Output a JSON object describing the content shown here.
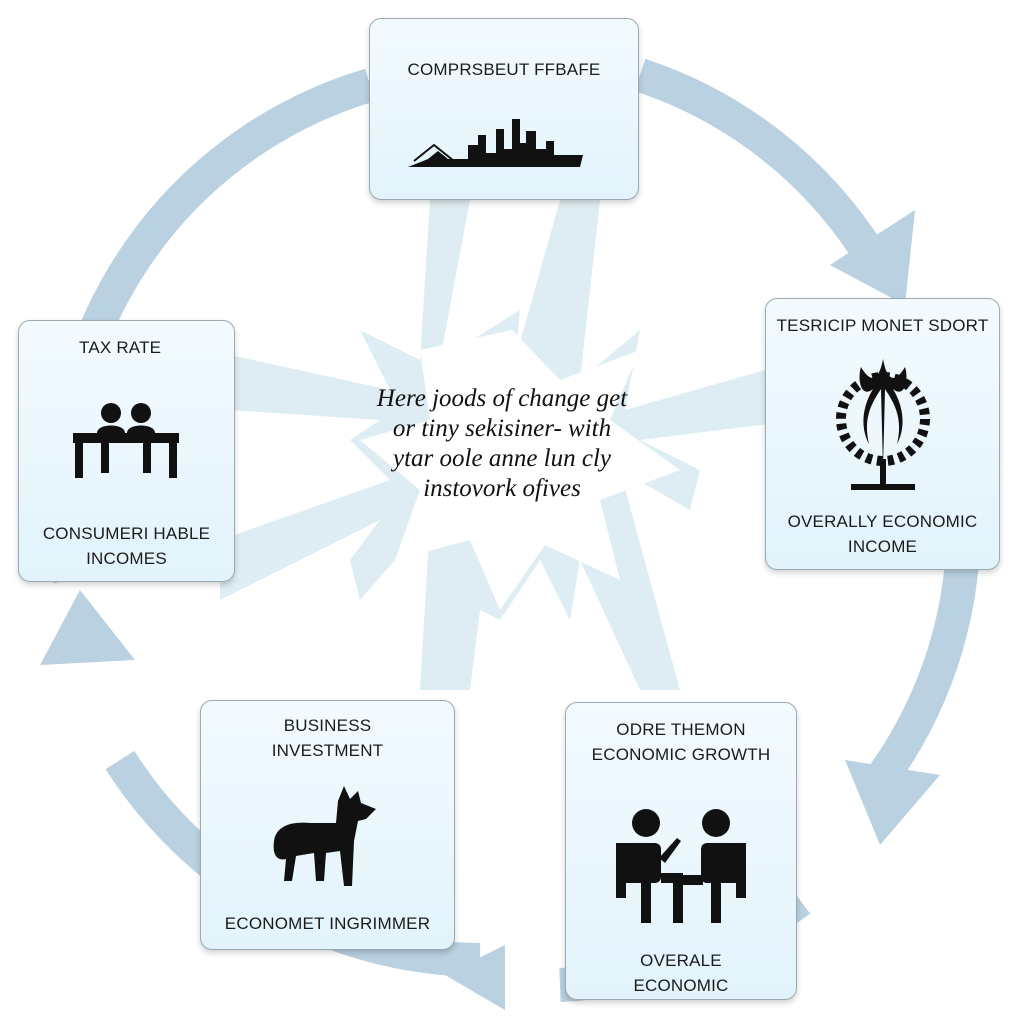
{
  "diagram": {
    "center_text": "Here joods of change get or tiny sekisiner- with ytar oole anne lun cly instovork ofives",
    "nodes": [
      {
        "id": "top",
        "label": "COMPRSBEUT FFBAFE",
        "icon": "city-skyline-icon"
      },
      {
        "id": "right",
        "label": "TESRICIP MONET SDORT",
        "label2": "OVERALLY ECONOMIC INCOME",
        "icon": "plant-gear-icon"
      },
      {
        "id": "bottom-right",
        "label": "ODRE THEMON ECONOMIC GROWTH",
        "label2": "OVERALE ECONOMIC",
        "icon": "two-people-talking-icon"
      },
      {
        "id": "bottom-left",
        "label": "BUSINESS INVESTMENT",
        "label2": "ECONOMET INGRIMMER",
        "icon": "animal-icon"
      },
      {
        "id": "left",
        "label": "TAX RATE",
        "label2": "CONSUMERI HABLE INCOMES",
        "icon": "people-at-table-icon"
      }
    ],
    "colors": {
      "arrow": "#b7cfdf",
      "star": "#cfe6ee",
      "card_border": "#9aa9b3",
      "icon": "#111111"
    }
  }
}
